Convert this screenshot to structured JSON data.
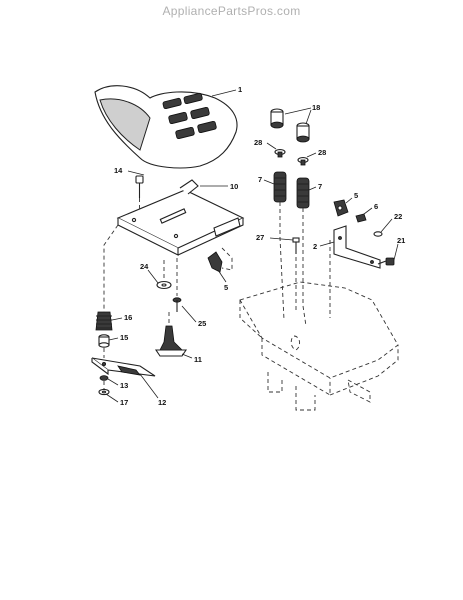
{
  "watermark": "AppliancePartsPros.com",
  "callouts": {
    "c1": "1",
    "c18": "18",
    "c28a": "28",
    "c28b": "28",
    "c7a": "7",
    "c7b": "7",
    "c14": "14",
    "c10": "10",
    "c5a": "5",
    "c6": "6",
    "c22": "22",
    "c27": "27",
    "c2": "2",
    "c21": "21",
    "c24": "24",
    "c5b": "5",
    "c16": "16",
    "c25": "25",
    "c15": "15",
    "c11": "11",
    "c13": "13",
    "c12": "12",
    "c17": "17"
  }
}
